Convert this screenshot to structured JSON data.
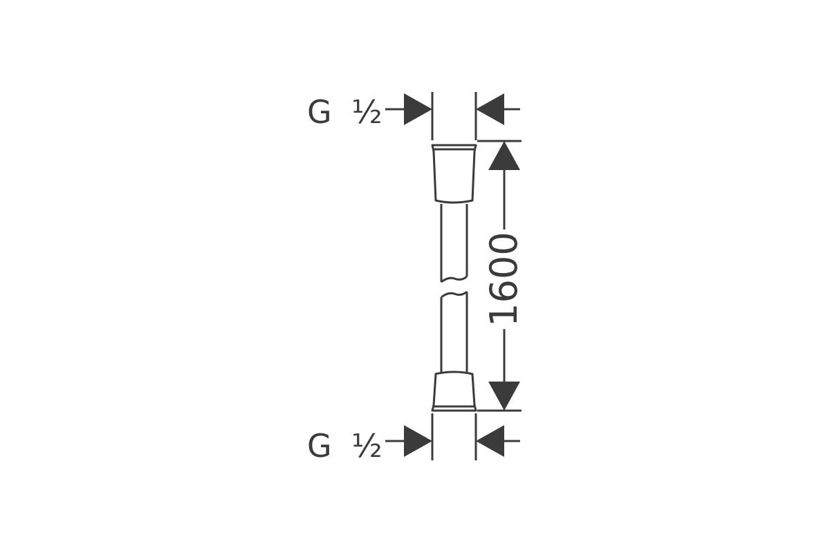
{
  "drawing": {
    "thread_label_top": {
      "letter": "G",
      "fraction": "½"
    },
    "thread_label_bottom": {
      "letter": "G",
      "fraction": "½"
    },
    "length_dimension": "1600",
    "colors": {
      "line": "#3b3b3b",
      "background": "#ffffff"
    }
  }
}
